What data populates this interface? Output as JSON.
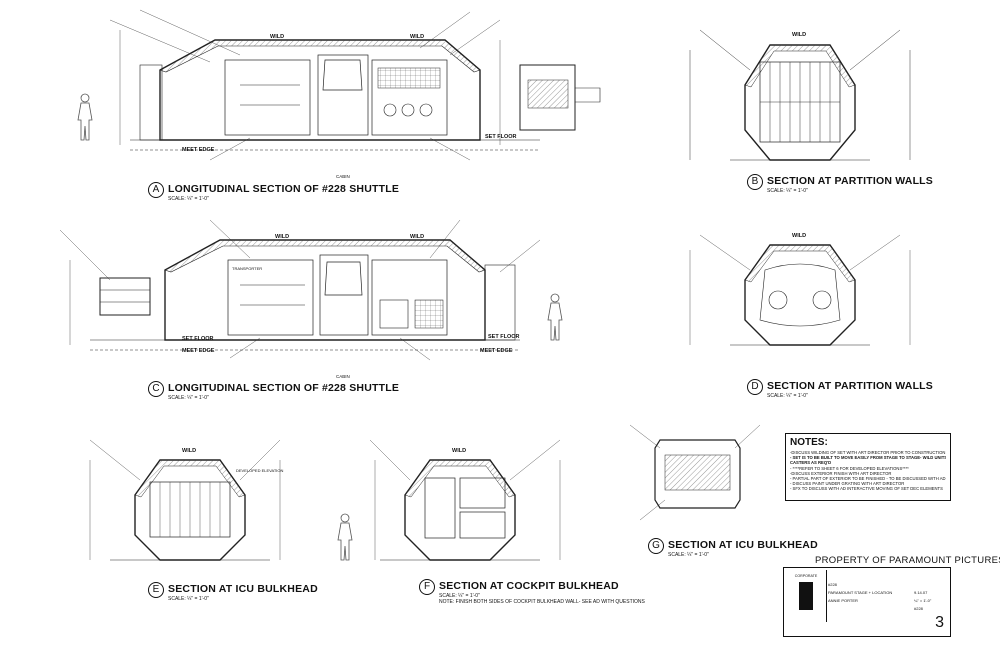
{
  "sections": [
    {
      "id": "a",
      "letter": "A",
      "title": "LONGITUDINAL SECTION OF #228 SHUTTLE",
      "scale": "SCALE: ¼\" = 1'-0\""
    },
    {
      "id": "b",
      "letter": "B",
      "title": "SECTION AT PARTITION WALLS",
      "scale": "SCALE: ¼\" = 1'-0\""
    },
    {
      "id": "c",
      "letter": "C",
      "title": "LONGITUDINAL SECTION OF #228 SHUTTLE",
      "scale": "SCALE: ¼\" = 1'-0\""
    },
    {
      "id": "d",
      "letter": "D",
      "title": "SECTION AT PARTITION WALLS",
      "scale": "SCALE: ¼\" = 1'-0\""
    },
    {
      "id": "e",
      "letter": "E",
      "title": "SECTION AT ICU BULKHEAD",
      "scale": "SCALE: ¼\" = 1'-0\""
    },
    {
      "id": "f",
      "letter": "F",
      "title": "SECTION AT COCKPIT BULKHEAD",
      "scale": "SCALE: ¼\" = 1'-0\"",
      "note": "NOTE:  FINISH BOTH SIDES OF COCKPIT BULKHEAD WALL- SEE AD WITH QUESTIONS"
    },
    {
      "id": "g",
      "letter": "G",
      "title": "SECTION AT ICU BULKHEAD",
      "scale": "SCALE: ¼\" = 1'-0\""
    }
  ],
  "labels": {
    "wild": "WILD",
    "set_floor": "SET FLOOR",
    "meet_edge": "MEET EDGE",
    "cabin": "CABIN",
    "transporter": "TRANSPORTER",
    "developed_elevation": "DEVELOPED ELEVATION"
  },
  "notes": {
    "heading": "NOTES:",
    "lines": [
      "-DISCUSS WILDING OF SET WITH ART DIRECTOR PRIOR TO CONSTRUCTION",
      "- SET IS TO BE BUILT TO MOVE EASILY FROM STAGE TO STAGE- WILD UNITS ON",
      "CASTERS AS REQ'D",
      "- ****REFER TO SHEET 6 FOR DEVELOPED ELEVATIONS****",
      "-DISCUSS EXTERIOR FINISH WITH ART DIRECTOR",
      "- PARTIAL PART OF EXTERIOR TO BE FINISHED - TO BE DISCUSSED WITH AD",
      "- DISCUSS PAINT UNDER GRATING WITH ART DIRECTOR",
      "- SFX TO DISCUSS WITH AD INTERACTIVE MOVING OF SET DEC ELEMENTS"
    ]
  },
  "property": "PROPERTY OF PARAMOUNT PICTURES",
  "title_block": {
    "logo": "CORPORATE",
    "set_number": "#228",
    "location": "PARAMOUNT STAGE + LOCATION",
    "drawn_by": "ANNIE PORTER",
    "date": "9.14.07",
    "scale": "¼\" = 1'-0\"",
    "set_no": "#228",
    "sheet": "3"
  }
}
